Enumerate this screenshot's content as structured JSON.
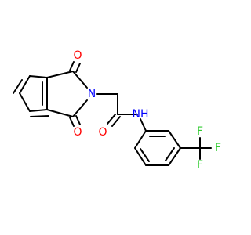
{
  "molecule": {
    "colors": {
      "bond": "#000000",
      "oxygen": "#ff0000",
      "nitrogen": "#0000ff",
      "fluorine": "#33cc33",
      "background": "#ffffff"
    },
    "labels": {
      "o_top": "O",
      "o_bottom": "O",
      "n_imide": "N",
      "o_amide": "O",
      "nh_amide": "NH",
      "f_top": "F",
      "f_right": "F",
      "f_bottom": "F"
    }
  }
}
